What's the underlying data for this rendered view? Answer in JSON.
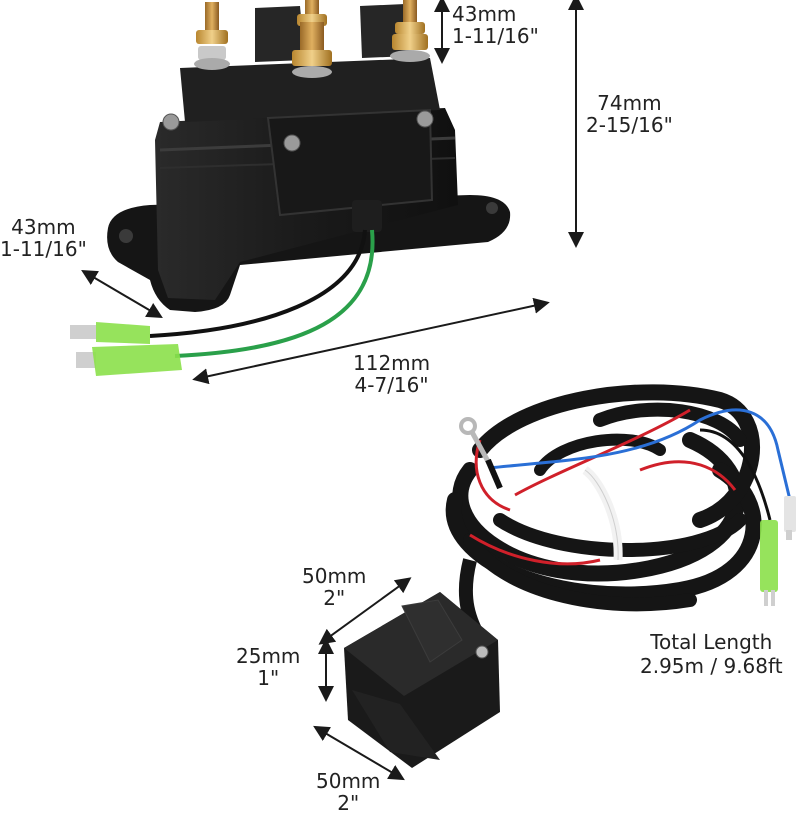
{
  "colors": {
    "background": "#ffffff",
    "housing": "#1c1c1c",
    "wire_red": "#d0202a",
    "wire_blue": "#2a6fd6",
    "wire_green": "#2aa04a",
    "connector_green": "#8be04a",
    "terminal_brass": "#c98a3a",
    "dimension_line": "#1a1a1a"
  },
  "solenoid": {
    "top_depth": {
      "mm": "43mm",
      "inch": "1-11/16\""
    },
    "height": {
      "mm": "74mm",
      "inch": "2-15/16\""
    },
    "width": {
      "mm": "43mm",
      "inch": "1-11/16\""
    },
    "length": {
      "mm": "112mm",
      "inch": "4-7/16\""
    }
  },
  "remote": {
    "width": {
      "mm": "50mm",
      "inch": "2\""
    },
    "height": {
      "mm": "25mm",
      "inch": "1\""
    },
    "depth": {
      "mm": "50mm",
      "inch": "2\""
    }
  },
  "cable": {
    "label": "Total Length",
    "value": "2.95m / 9.68ft"
  }
}
